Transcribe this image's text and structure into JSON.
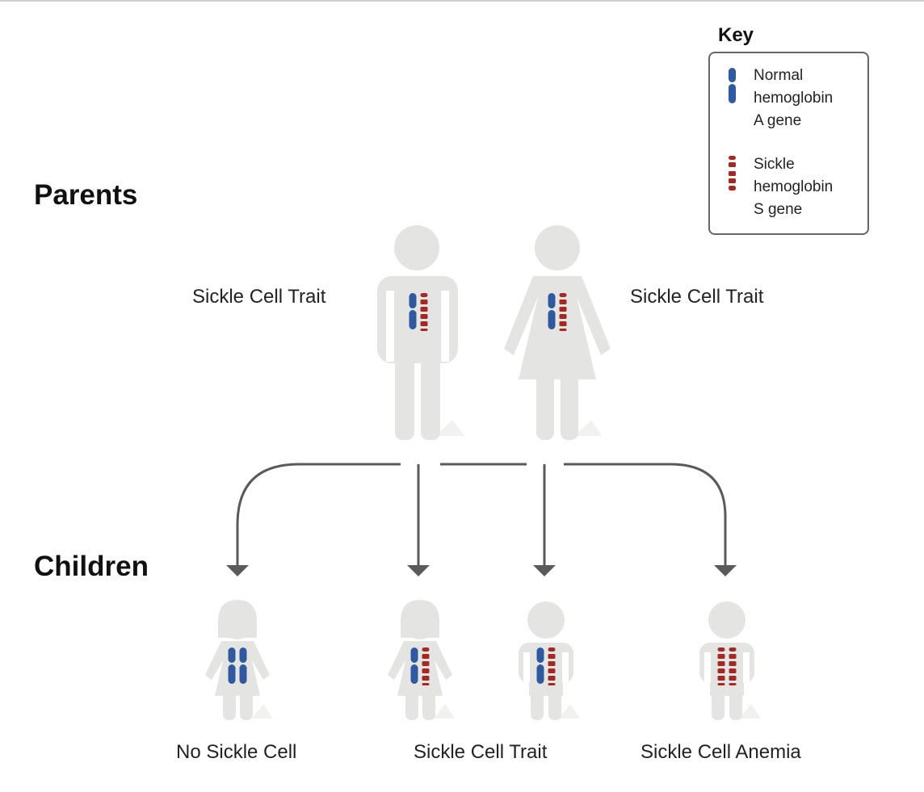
{
  "headings": {
    "parents": "Parents",
    "children": "Children"
  },
  "parents": {
    "father_label": "Sickle Cell Trait",
    "mother_label": "Sickle Cell Trait"
  },
  "children": {
    "no_sickle_label": "No Sickle Cell",
    "trait_label": "Sickle Cell Trait",
    "anemia_label": "Sickle Cell Anemia"
  },
  "key": {
    "title": "Key",
    "normal": {
      "line1": "Normal",
      "line2": "hemoglobin",
      "line3": "A gene"
    },
    "sickle": {
      "line1": "Sickle",
      "line2": "hemoglobin",
      "line3": "S gene"
    }
  },
  "colors": {
    "normal_gene": "#2f5aa0",
    "sickle_gene": "#a32a24",
    "figure": "#e4e4e2",
    "shadow": "#f1f1f0",
    "arrow": "#5a5a5a"
  }
}
